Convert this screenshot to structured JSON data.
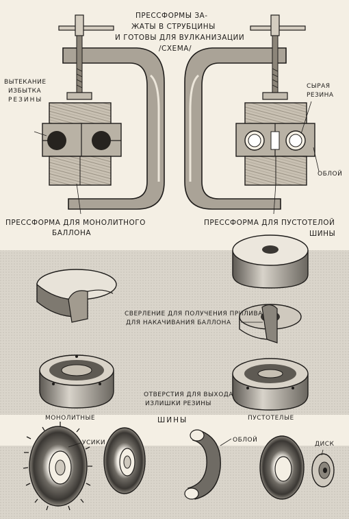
{
  "title_lines": [
    "ПРЕССФОРМЫ ЗА-",
    "ЖАТЫ В СТРУБЦИНЫ",
    "И ГОТОВЫ ДЛЯ ВУЛКАНИЗАЦИИ",
    "/СХЕМА/"
  ],
  "left_callout": [
    "ВЫТЕКАНИЕ",
    "ИЗБЫТКА",
    "РЕЗИНЫ"
  ],
  "raw_rubber": [
    "СЫРАЯ",
    "РЕЗИНА"
  ],
  "flash": "ОБЛОЙ",
  "mold_solid": [
    "ПРЕССФОРМА ДЛЯ МОНОЛИТНОГО",
    "БАЛЛОНА"
  ],
  "mold_hollow": [
    "ПРЕССФОРМА ДЛЯ ПУСТОТЕЛОЙ",
    "ШИНЫ"
  ],
  "drilling": [
    "СВЕРЛЕНИЕ ДЛЯ ПОЛУЧЕНИЯ ПРИЛИВА",
    "ДЛЯ НАКАЧИВАНИЯ БАЛЛОНА"
  ],
  "holes": [
    "ОТВЕРСТИЯ ДЛЯ ВЫХОДА",
    "ИЗЛИШКИ РЕЗИНЫ"
  ],
  "solid_tires": "МОНОЛИТНЫЕ",
  "whiskers": "УСИКИ",
  "tires": "ШИНЫ",
  "hollow_tires": "ПУСТОТЕЛЫЕ",
  "flash2": "ОБЛОЙ",
  "disk": "ДИСК",
  "colors": {
    "paper": "#f4efe4",
    "ink": "#1e1c1a",
    "band": "#d9d4ca"
  }
}
